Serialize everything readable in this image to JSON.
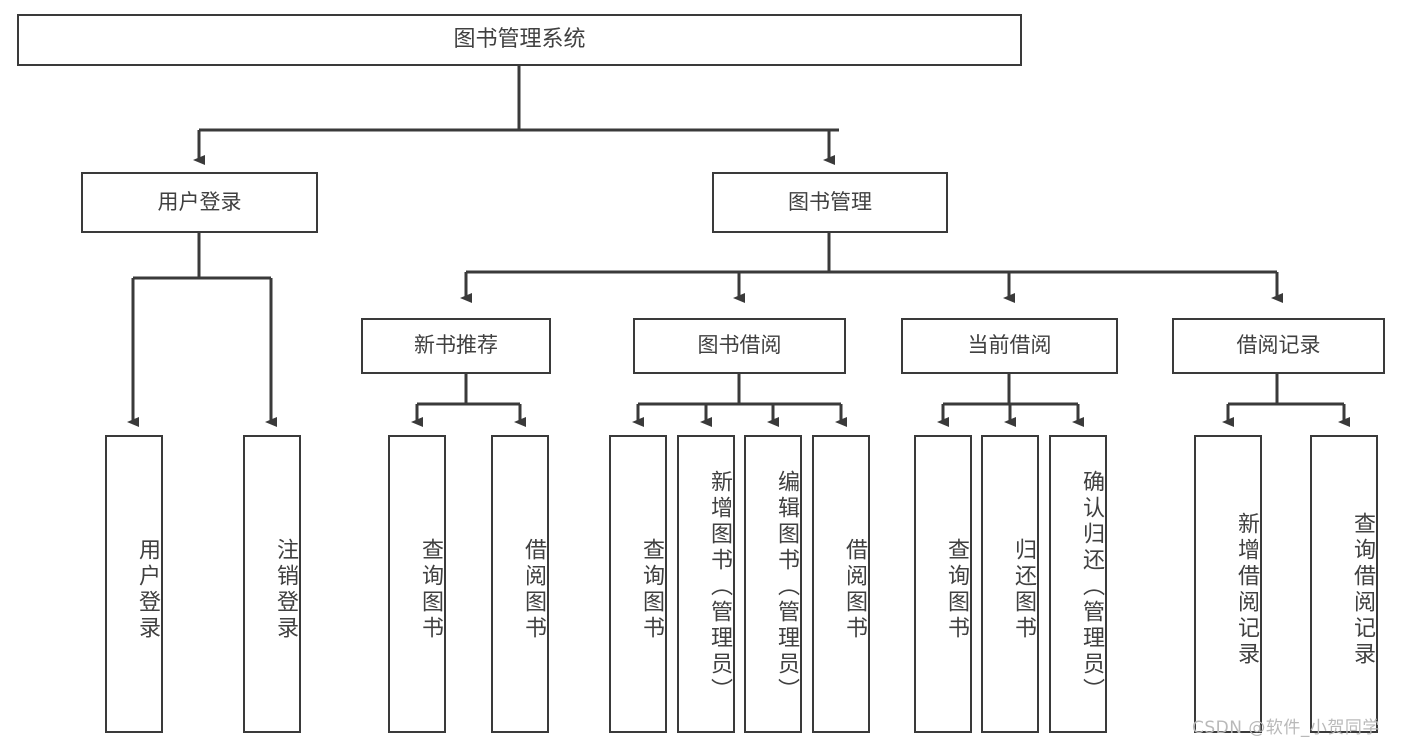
{
  "diagram": {
    "title": "图书管理系统",
    "root": {
      "label": "图书管理系统"
    },
    "level1": [
      {
        "label": "用户登录"
      },
      {
        "label": "图书管理"
      }
    ],
    "level2": [
      {
        "label": "新书推荐"
      },
      {
        "label": "图书借阅"
      },
      {
        "label": "当前借阅"
      },
      {
        "label": "借阅记录"
      }
    ],
    "leaves": {
      "user_login": [
        {
          "label": "用户登录"
        },
        {
          "label": "注销登录"
        }
      ],
      "new_book_recommend": [
        {
          "label": "查询图书"
        },
        {
          "label": "借阅图书"
        }
      ],
      "book_borrow": [
        {
          "label": "查询图书"
        },
        {
          "label": "新增图书（管理员）"
        },
        {
          "label": "编辑图书（管理员）"
        },
        {
          "label": "借阅图书"
        }
      ],
      "current_borrow": [
        {
          "label": "查询图书"
        },
        {
          "label": "归还图书"
        },
        {
          "label": "确认归还（管理员）"
        }
      ],
      "borrow_record": [
        {
          "label": "新增借阅记录"
        },
        {
          "label": "查询借阅记录"
        }
      ]
    }
  },
  "watermark": {
    "text": "CSDN @软件_小贺同学"
  },
  "colors": {
    "border": "#3a3a3a",
    "text": "#404040",
    "background": "#ffffff",
    "watermark": "#b9b9b9"
  }
}
